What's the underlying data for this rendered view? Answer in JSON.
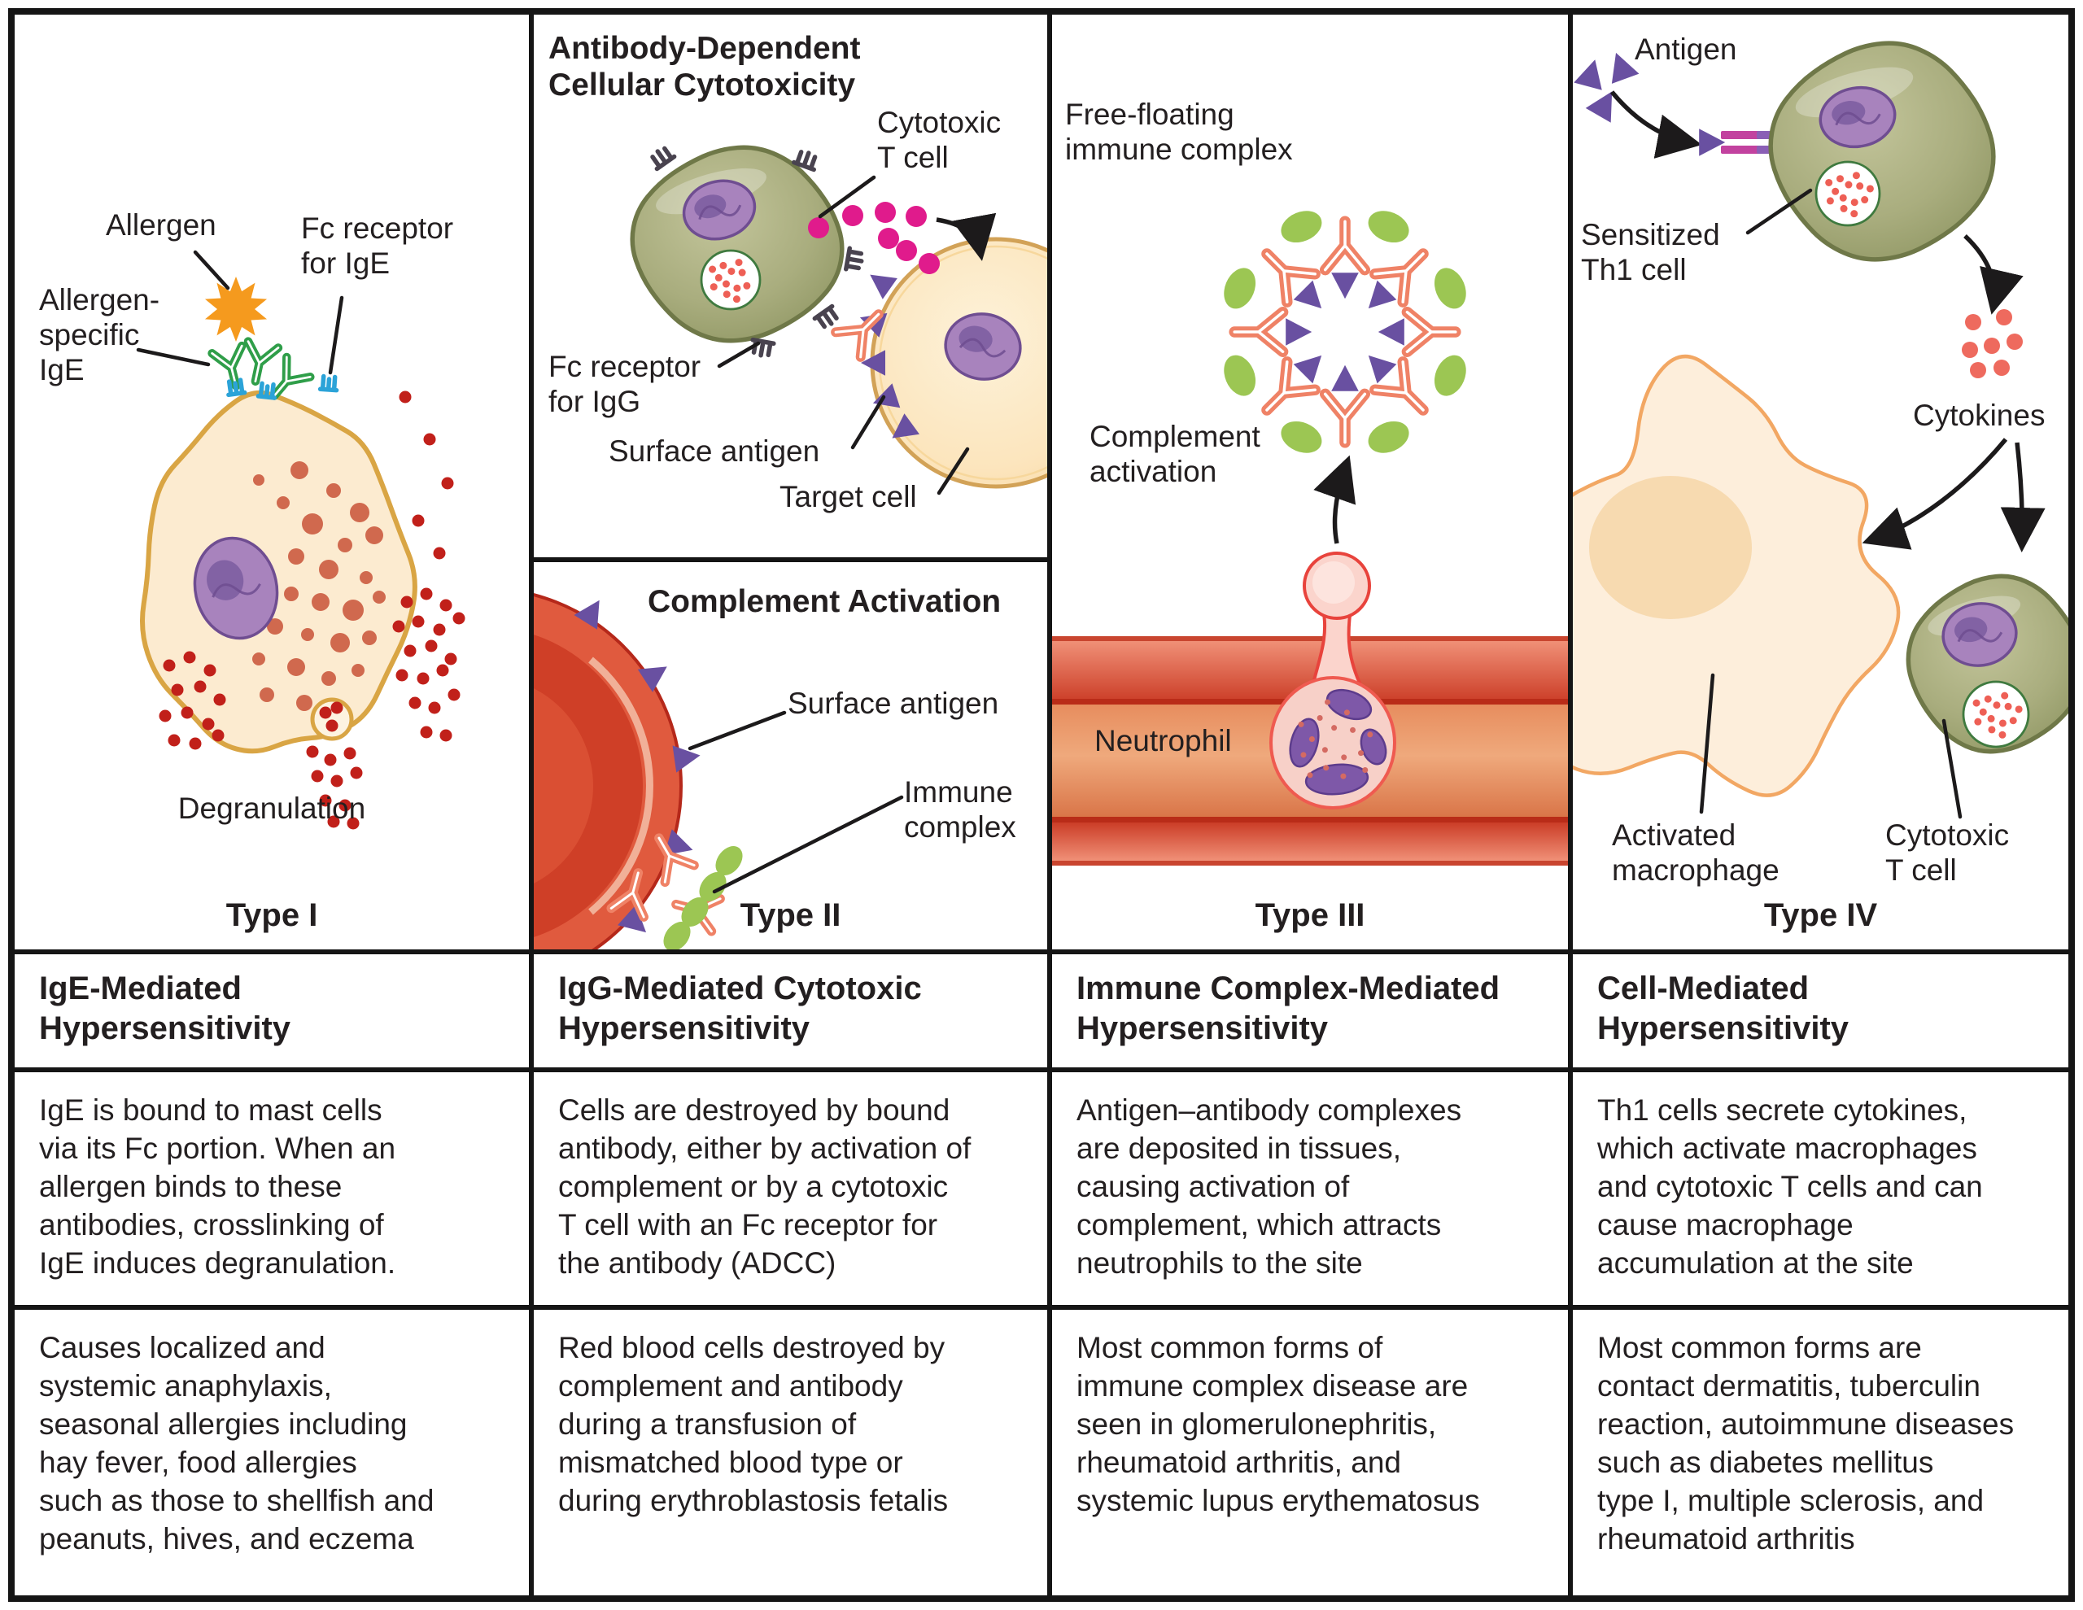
{
  "panels": [
    {
      "type_label": "Type I",
      "header": "IgE-Mediated\nHypersensitivity",
      "mechanism": "IgE is bound to mast cells\nvia its Fc portion. When an\nallergen binds to these\nantibodies, crosslinking of\nIgE induces degranulation.",
      "examples": "Causes localized and\nsystemic anaphylaxis,\nseasonal allergies including\nhay fever, food allergies\nsuch as those to shellfish and\npeanuts, hives, and eczema",
      "labels": {
        "allergen": "Allergen",
        "fc_receptor_ige": "Fc receptor\nfor IgE",
        "allergen_specific_ige": "Allergen-\nspecific\nIgE",
        "degranulation": "Degranulation"
      }
    },
    {
      "type_label": "Type II",
      "header": "IgG-Mediated Cytotoxic\nHypersensitivity",
      "mechanism": "Cells are destroyed by bound\nantibody, either by activation of\ncomplement or by a cytotoxic\nT cell with an Fc receptor for\nthe antibody (ADCC)",
      "examples": "Red blood cells destroyed by\ncomplement and antibody\nduring a transfusion of\nmismatched blood type or\nduring erythroblastosis fetalis",
      "labels": {
        "adcc_title": "Antibody-Dependent\nCellular Cytotoxicity",
        "cytotoxic_t_cell": "Cytotoxic\nT cell",
        "fc_receptor_igg": "Fc receptor\nfor IgG",
        "surface_antigen_top": "Surface antigen",
        "target_cell": "Target cell",
        "complement_title": "Complement Activation",
        "surface_antigen_bottom": "Surface antigen",
        "immune_complex": "Immune\ncomplex"
      }
    },
    {
      "type_label": "Type III",
      "header": "Immune Complex-Mediated\nHypersensitivity",
      "mechanism": "Antigen–antibody complexes\nare deposited in tissues,\ncausing activation of\ncomplement, which attracts\nneutrophils to the site",
      "examples": "Most common forms of\nimmune complex disease are\nseen in glomerulonephritis,\nrheumatoid arthritis, and\nsystemic lupus erythematosus",
      "labels": {
        "free_floating": "Free-floating\nimmune complex",
        "complement_activation": "Complement\nactivation",
        "neutrophil": "Neutrophil"
      }
    },
    {
      "type_label": "Type IV",
      "header": "Cell-Mediated\nHypersensitivity",
      "mechanism": "Th1 cells secrete cytokines,\nwhich activate macrophages\nand cytotoxic T cells and can\ncause macrophage\naccumulation at the site",
      "examples": "Most common forms are\ncontact dermatitis, tuberculin\nreaction, autoimmune diseases\nsuch as diabetes mellitus\ntype I, multiple sclerosis, and\nrheumatoid arthritis",
      "labels": {
        "antigen": "Antigen",
        "sensitized_th1": "Sensitized\nTh1 cell",
        "cytokines": "Cytokines",
        "activated_macrophage": "Activated\nmacrophage",
        "cytotoxic_t_cell": "Cytotoxic\nT cell"
      }
    }
  ],
  "colors": {
    "line_black": "#1c1a1b",
    "mast_cell_fill": "#fcebd0",
    "mast_cell_border": "#d9a544",
    "mast_granule": "#d0694e",
    "released_granule": "#c1201a",
    "allergen_orange": "#f59a1e",
    "ige_green": "#2f9e49",
    "fc_receptor_blue": "#2ba3d8",
    "t_cell_green": "#a9ad7e",
    "t_cell_border": "#6f7848",
    "nucleus_purple": "#a883bd",
    "vesicle_dot_red": "#ee5f55",
    "fc_receptor_dark": "#49434f",
    "perforin_magenta": "#e01b8c",
    "target_cell_peach": "#fce5bd",
    "antibody_salmon": "#ef8266",
    "antigen_purple": "#6950a1",
    "complement_green": "#9cc653",
    "rbc_red": "#d6452c",
    "vessel_lumen_orange": "#e8925f",
    "neutrophil_pink": "#f7d0c8",
    "neutrophil_nucleus": "#7e58a8",
    "macrophage_cream": "#fdeedb",
    "macrophage_border": "#f2a763",
    "cytokine_red": "#ee6a5e",
    "th1_receptor_magenta": "#c2429f"
  }
}
